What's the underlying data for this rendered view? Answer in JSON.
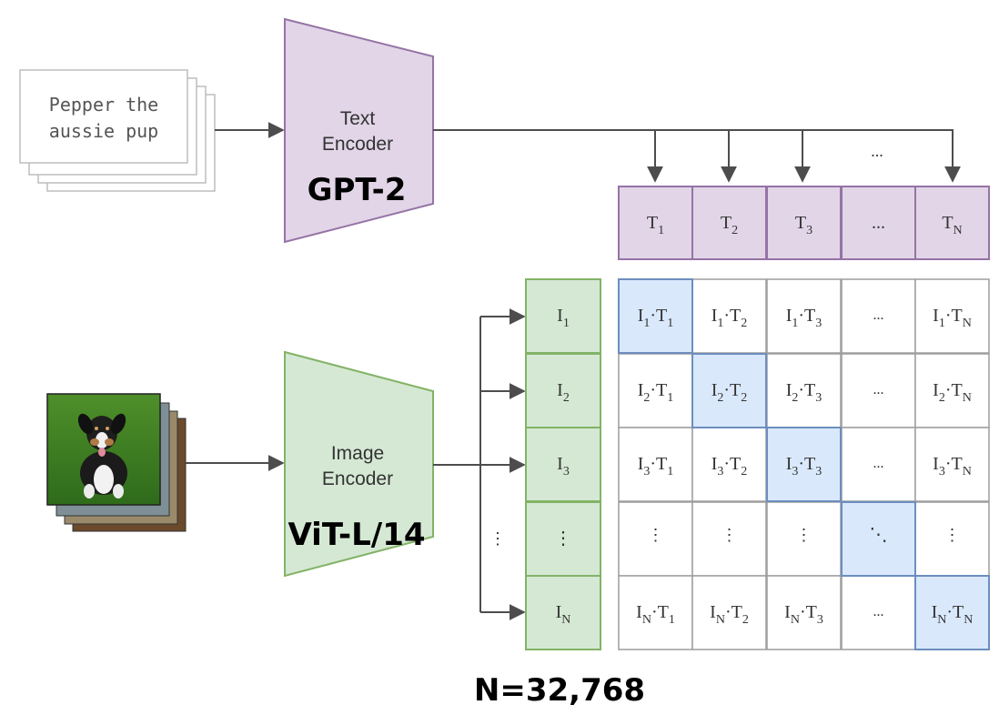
{
  "text_input": {
    "lines": [
      "Pepper the",
      "aussie pup"
    ]
  },
  "text_encoder": {
    "line1": "Text",
    "line2": "Encoder",
    "model": "GPT-2"
  },
  "image_encoder": {
    "line1": "Image",
    "line2": "Encoder",
    "model": "ViT-L/14"
  },
  "text_embeddings": [
    {
      "base": "T",
      "sub": "1"
    },
    {
      "base": "T",
      "sub": "2"
    },
    {
      "base": "T",
      "sub": "3"
    },
    {
      "base": "...",
      "sub": ""
    },
    {
      "base": "T",
      "sub": "N"
    }
  ],
  "text_arrows_ellipsis": "...",
  "image_embeddings": [
    {
      "base": "I",
      "sub": "1"
    },
    {
      "base": "I",
      "sub": "2"
    },
    {
      "base": "I",
      "sub": "3"
    },
    {
      "base": "⋮",
      "sub": ""
    },
    {
      "base": "I",
      "sub": "N"
    }
  ],
  "matrix": {
    "rows": [
      "1",
      "2",
      "3",
      "vdots",
      "N"
    ],
    "cols": [
      "1",
      "2",
      "3",
      "dots",
      "N"
    ],
    "hdots": "...",
    "vdots": "⋮",
    "ddots": "⋱"
  },
  "batch_label": "N=32,768",
  "colors": {
    "text_fill": "#e1d5e7",
    "text_stroke": "#9673a6",
    "image_fill": "#d5e8d4",
    "image_stroke": "#82b366",
    "diag_fill": "#dae8fc",
    "diag_stroke": "#6c8ebf",
    "grid_stroke": "#9e9e9e",
    "arrow": "#4d4d4d"
  }
}
